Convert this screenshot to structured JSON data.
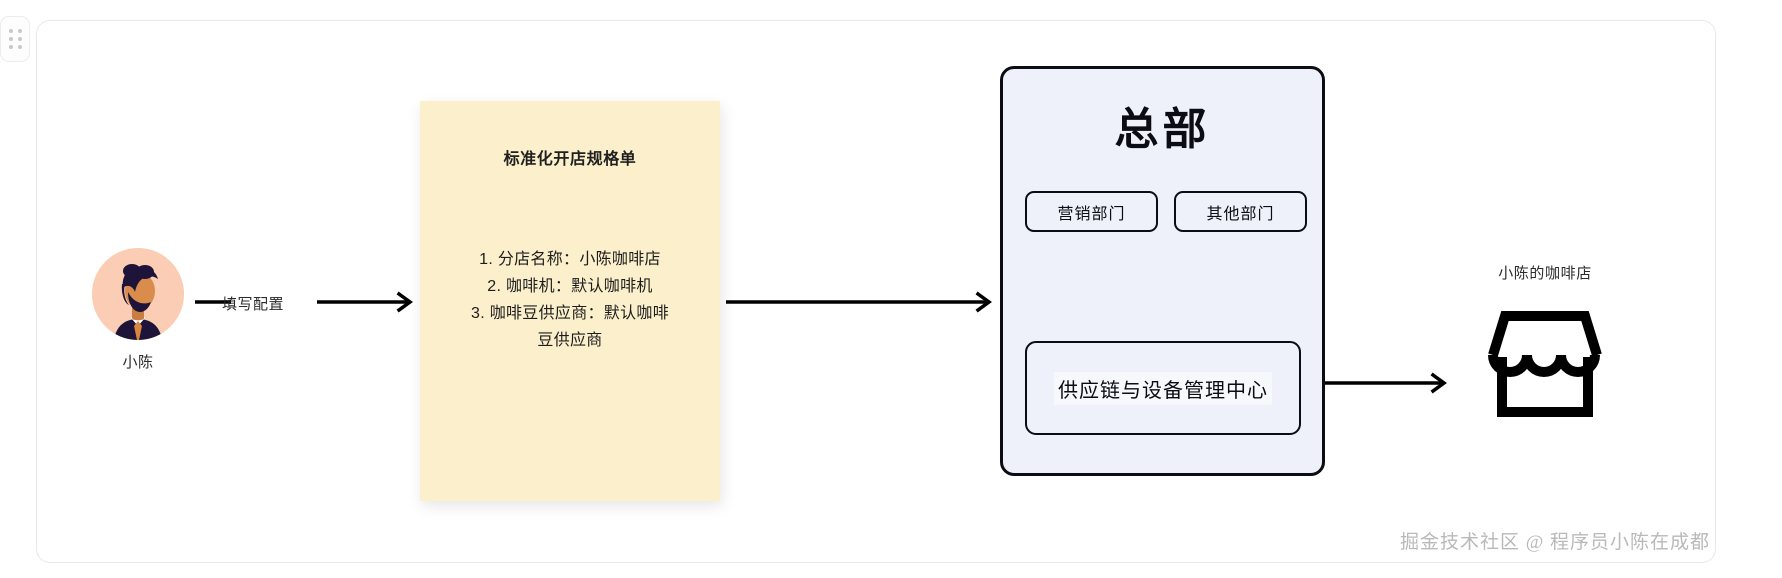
{
  "canvas": {
    "drag_handle_icon": "drag-dots-icon"
  },
  "actor": {
    "name": "小陈",
    "avatar_icon": "person-avatar-icon"
  },
  "connectors": {
    "fill_config_label": "填写配置"
  },
  "sticky_note": {
    "title": "标准化开店规格单",
    "items": [
      "1. 分店名称：小陈咖啡店",
      "2. 咖啡机：默认咖啡机",
      "3. 咖啡豆供应商：默认咖啡",
      "豆供应商"
    ]
  },
  "headquarters": {
    "title": "总部",
    "departments": [
      "营销部门",
      "其他部门"
    ],
    "center": "供应链与设备管理中心"
  },
  "shop": {
    "label": "小陈的咖啡店",
    "icon": "storefront-icon"
  },
  "watermark": {
    "text": "掘金技术社区 @ 程序员小陈在成都"
  },
  "colors": {
    "sticky_note_bg": "#fbefcc",
    "hq_bg": "#eef1f9",
    "hq_border": "#0c0c14",
    "avatar_bg": "#fbcdb4",
    "arrow": "#000000",
    "watermark": "#b9b9b9"
  }
}
